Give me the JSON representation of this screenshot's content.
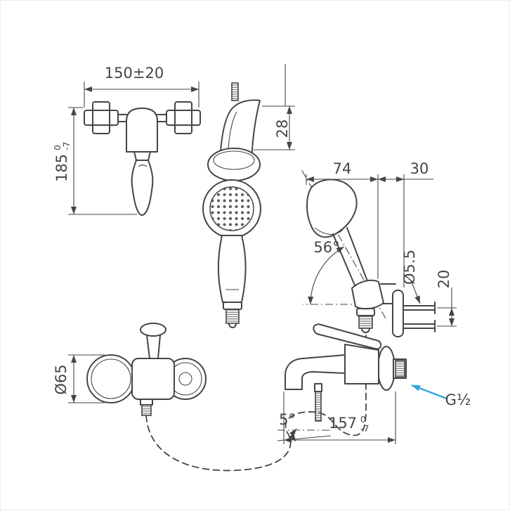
{
  "colors": {
    "line": "#454545",
    "accent": "#2ea7dc",
    "background": "#ffffff"
  },
  "views": {
    "front": {
      "dim_width": "150±20",
      "dim_height": {
        "main": "185",
        "tol_upper": "0",
        "tol_lower": "-7"
      }
    },
    "exploded": {
      "dim_bracket_height": "28"
    },
    "hand_shower_side": {
      "dim_head_width": "74",
      "dim_wall_offset": "30",
      "angle_from_wall": "56°",
      "dim_hole_diameter": "Ø5.5",
      "dim_hole_spacing": "20"
    },
    "top": {
      "dim_body_diameter": "Ø65"
    },
    "mixer_side": {
      "angle_spout": "5°",
      "dim_depth": {
        "main": "157",
        "tol_upper": "0",
        "tol_lower": "-7"
      },
      "thread_label": "G½"
    }
  }
}
